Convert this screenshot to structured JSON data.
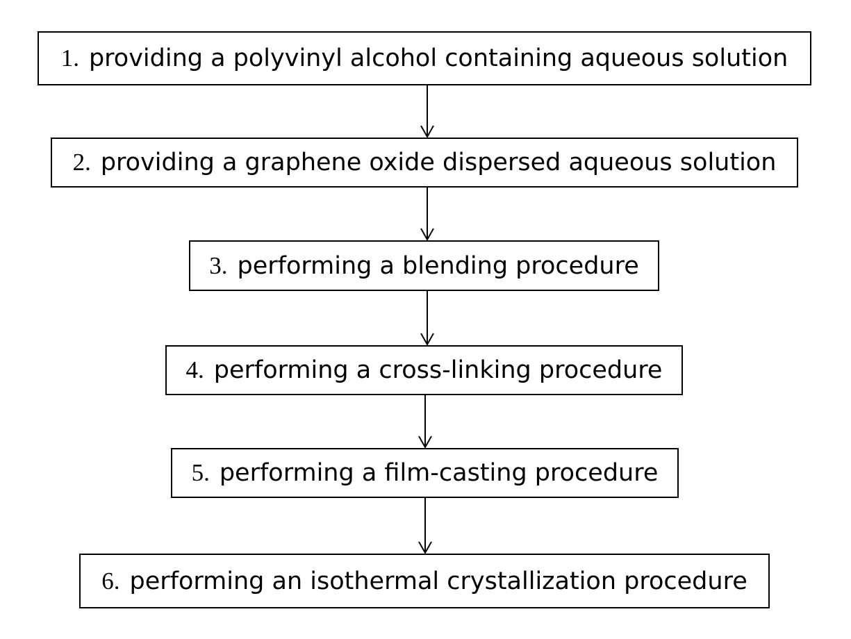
{
  "flowchart": {
    "steps": [
      {
        "number": "1.",
        "text": "providing a polyvinyl alcohol containing aqueous solution"
      },
      {
        "number": "2.",
        "text": "providing a graphene oxide dispersed aqueous solution"
      },
      {
        "number": "3.",
        "text": "performing a blending procedure"
      },
      {
        "number": "4.",
        "text": "performing a cross-linking procedure"
      },
      {
        "number": "5.",
        "text": "performing a film-casting procedure"
      },
      {
        "number": "6.",
        "text": "performing an isothermal crystallization procedure"
      }
    ],
    "colors": {
      "line": "#000000",
      "box_fill": "#ffffff",
      "text": "#000000"
    }
  }
}
